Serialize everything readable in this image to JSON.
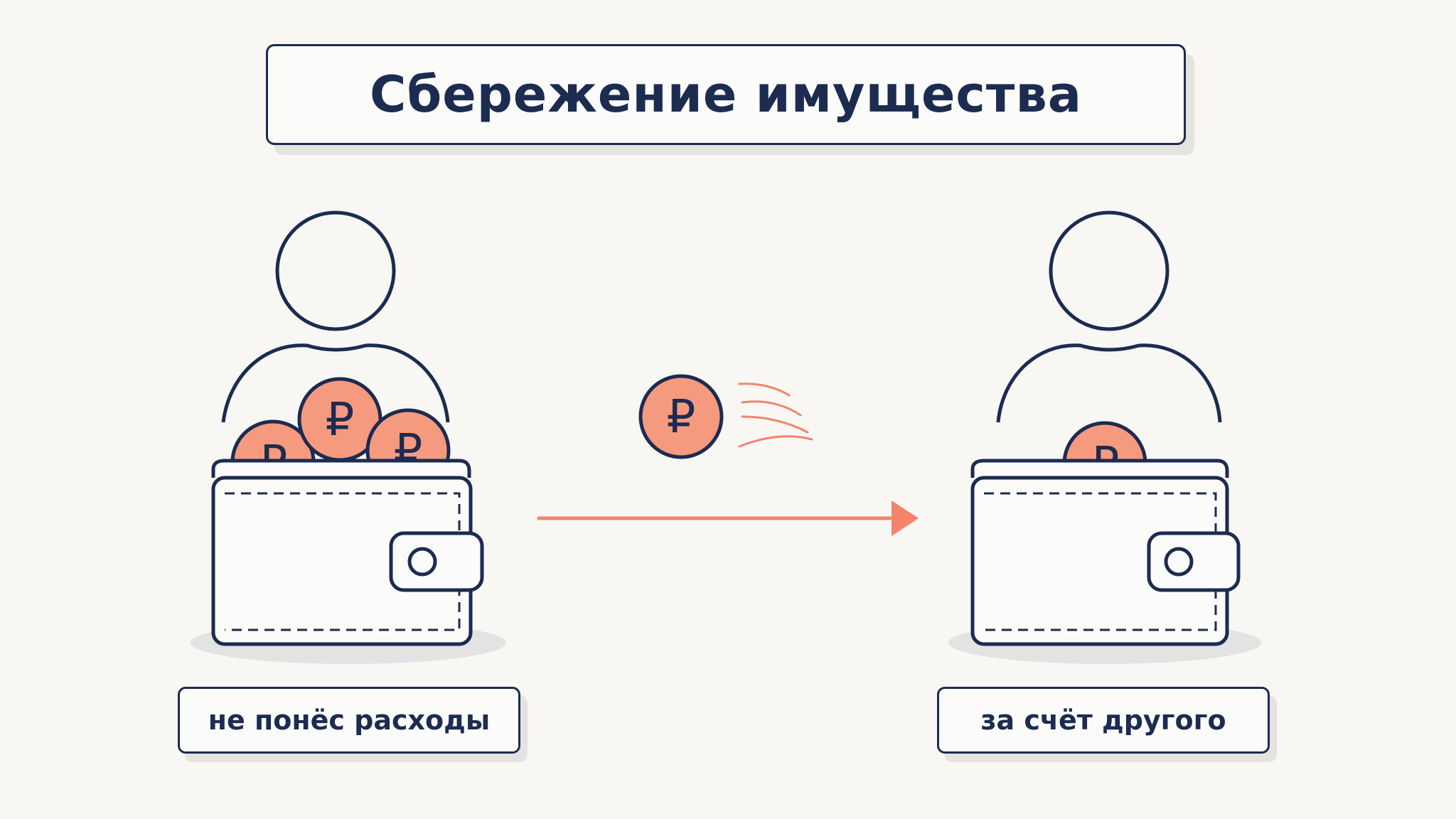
{
  "title": "Сбережение имущества",
  "labels": {
    "left": "не понёс расходы",
    "right": "за счёт другого"
  },
  "coin_symbol": "₽",
  "colors": {
    "outline": "#1c2b50",
    "coin": "#f59a7f",
    "arrow": "#f2846b",
    "background": "#f8f7f4"
  },
  "icons": {
    "left_person": "person-icon",
    "left_wallet": "wallet-icon",
    "right_person": "person-icon",
    "right_wallet": "wallet-icon",
    "flying_coin": "ruble-coin-icon",
    "arrow": "arrow-right-icon"
  }
}
